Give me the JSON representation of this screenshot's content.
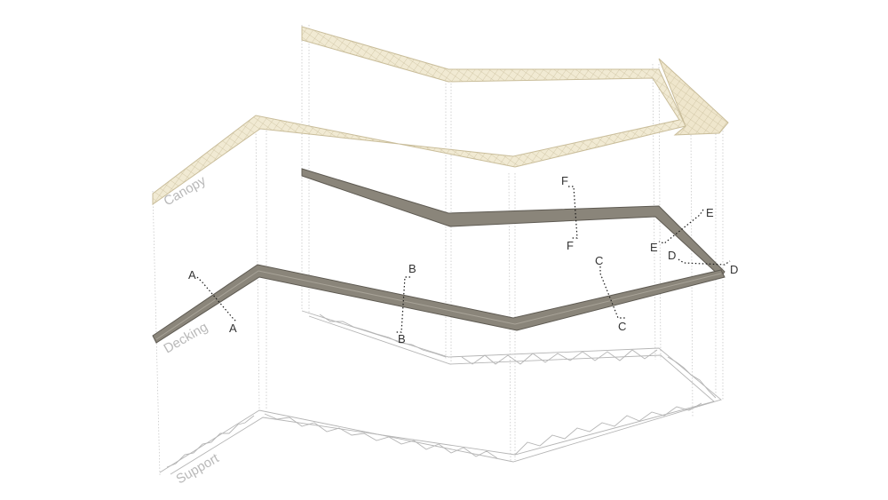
{
  "layers": {
    "canopy": "Canopy",
    "decking": "Decking",
    "support": "Support"
  },
  "sections": [
    {
      "id": "A",
      "start": "A",
      "end": "A"
    },
    {
      "id": "B",
      "start": "B",
      "end": "B"
    },
    {
      "id": "C",
      "start": "C",
      "end": "C"
    },
    {
      "id": "D",
      "start": "D",
      "end": "D"
    },
    {
      "id": "E",
      "start": "E",
      "end": "E"
    },
    {
      "id": "F",
      "start": "F",
      "end": "F"
    }
  ],
  "colors": {
    "canopy_fill": "#f1ead3",
    "canopy_mesh": "#c9bd9a",
    "decking_fill": "#8a857a",
    "decking_edge": "#5e5a52",
    "support": "#b5b5b5",
    "projection": "#c8c8c8",
    "section_line": "#1a1a1a"
  },
  "icons": {
    "canopy": "mesh-surface-icon",
    "decking": "deck-slab-icon",
    "support": "truss-icon"
  }
}
